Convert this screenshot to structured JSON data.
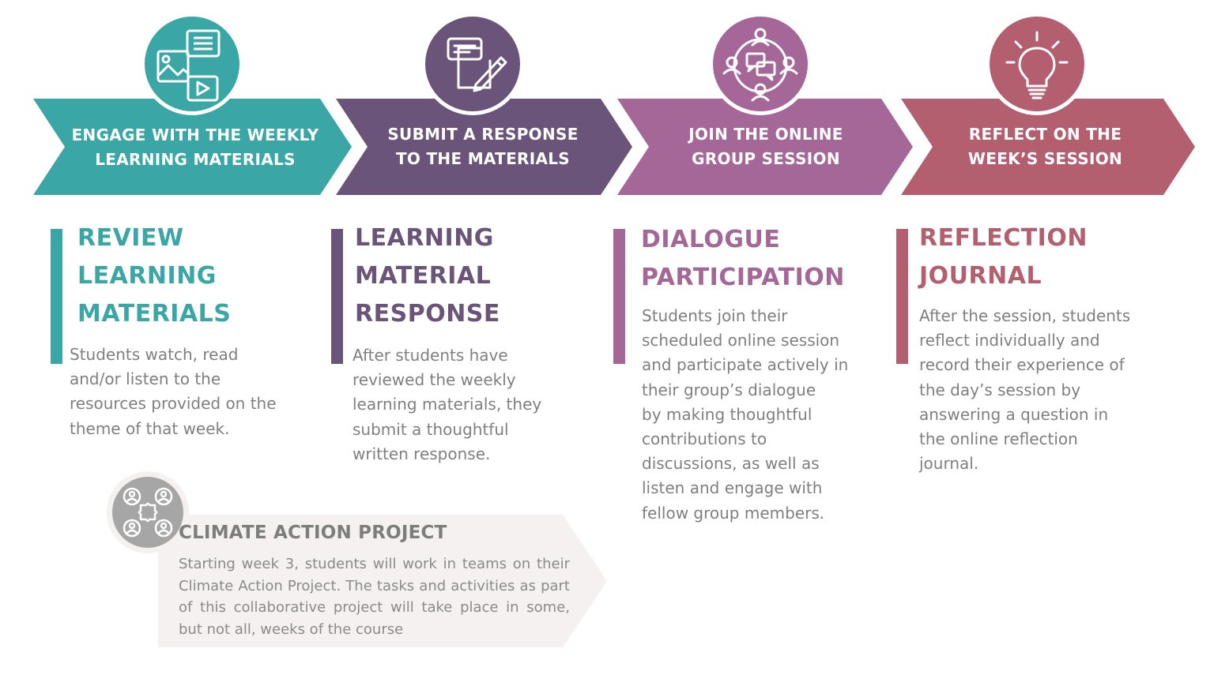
{
  "colors": {
    "teal": "#3aa6a6",
    "purple": "#6a5479",
    "mauve": "#a46797",
    "rose": "#b45f70",
    "project_bg": "#f4f1f0",
    "project_icon": "#a6a6a6",
    "body_text": "#7f7f7f"
  },
  "steps": [
    {
      "arrow_label": "ENGAGE WITH THE WEEKLY\nLEARNING MATERIALS",
      "icon": "media-documents-icon",
      "heading": "REVIEW\nLEARNING\nMATERIALS",
      "description": "Students watch, read\nand/or listen to  the\nresources provided on the\ntheme of that week."
    },
    {
      "arrow_label": "SUBMIT A RESPONSE\nTO THE MATERIALS",
      "icon": "write-response-icon",
      "heading": "LEARNING\nMATERIAL\nRESPONSE",
      "description": "After students have\nreviewed the weekly\nlearning materials, they\nsubmit a thoughtful\nwritten response."
    },
    {
      "arrow_label": "JOIN THE ONLINE\nGROUP SESSION",
      "icon": "group-dialogue-icon",
      "heading": "DIALOGUE\nPARTICIPATION",
      "description": "Students join their\nscheduled online session\nand  participate actively  in\ntheir group’s dialogue\n by making thoughtful\ncontributions to\ndiscussions, as well as\nlisten and engage with\nfellow group members."
    },
    {
      "arrow_label": "REFLECT ON THE\nWEEK’S SESSION",
      "icon": "lightbulb-icon",
      "heading": "REFLECTION\nJOURNAL",
      "description": "After the session, students\nreflect individually and\nrecord their experience of\nthe day’s session by\nanswering a question in\nthe online reflection\njournal."
    }
  ],
  "project": {
    "icon": "team-puzzle-icon",
    "title": "CLIMATE ACTION PROJECT",
    "description": "Starting week 3, students will work in teams on their Climate Action Project. The tasks and activities as part of this collaborative project will take place in some, but not all, weeks of the course"
  }
}
